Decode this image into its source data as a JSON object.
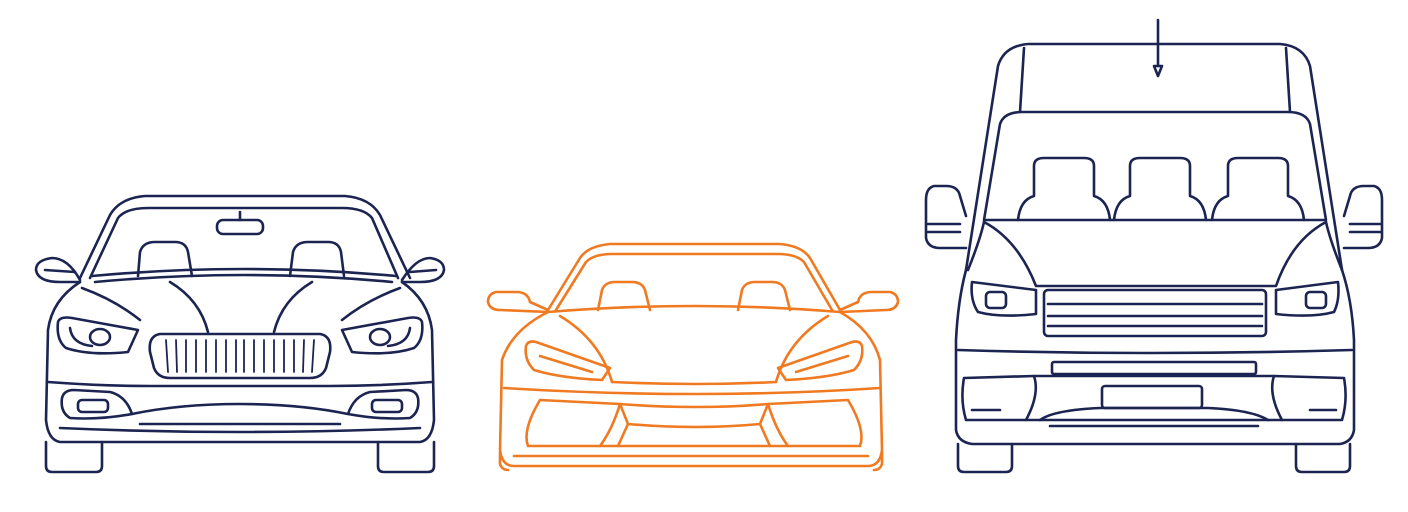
{
  "colors": {
    "outline_dark": "#1c2452",
    "outline_accent": "#f07a21",
    "background": "#ffffff"
  },
  "vehicles": [
    {
      "kind": "sedan",
      "color": "#1c2452",
      "highlighted": false
    },
    {
      "kind": "sports-car",
      "color": "#f07a21",
      "highlighted": true
    },
    {
      "kind": "van",
      "color": "#1c2452",
      "highlighted": false
    }
  ]
}
